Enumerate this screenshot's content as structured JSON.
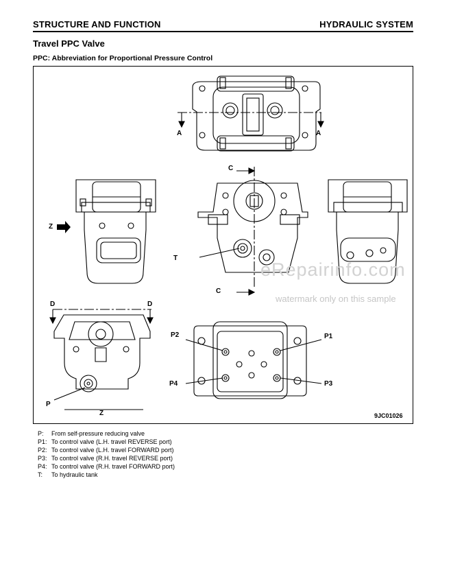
{
  "header": {
    "left": "STRUCTURE AND FUNCTION",
    "right": "HYDRAULIC SYSTEM"
  },
  "section": {
    "title": "Travel PPC Valve",
    "ppc_note": "PPC: Abbreviation for Proportional Pressure Control"
  },
  "figure": {
    "labels": {
      "a_left": "A",
      "a_right": "A",
      "c_top": "C",
      "c_bottom": "C",
      "z_arrow": "Z",
      "z_bottom": "Z",
      "t": "T",
      "d_left": "D",
      "d_right": "D",
      "p": "P",
      "p1": "P1",
      "p2": "P2",
      "p3": "P3",
      "p4": "P4"
    },
    "drawing_code": "9JC01026"
  },
  "watermark": {
    "line1": "eRepairinfo.com",
    "line2": "watermark only on this sample"
  },
  "legend": [
    {
      "key": "P:",
      "text": "From self-pressure reducing valve"
    },
    {
      "key": "P1:",
      "text": "To control valve (L.H. travel REVERSE port)"
    },
    {
      "key": "P2:",
      "text": "To control valve (L.H. travel FORWARD port)"
    },
    {
      "key": "P3:",
      "text": "To control valve (R.H. travel REVERSE port)"
    },
    {
      "key": "P4:",
      "text": "To control valve (R.H. travel FORWARD port)"
    },
    {
      "key": "T:",
      "text": "To hydraulic tank"
    }
  ]
}
